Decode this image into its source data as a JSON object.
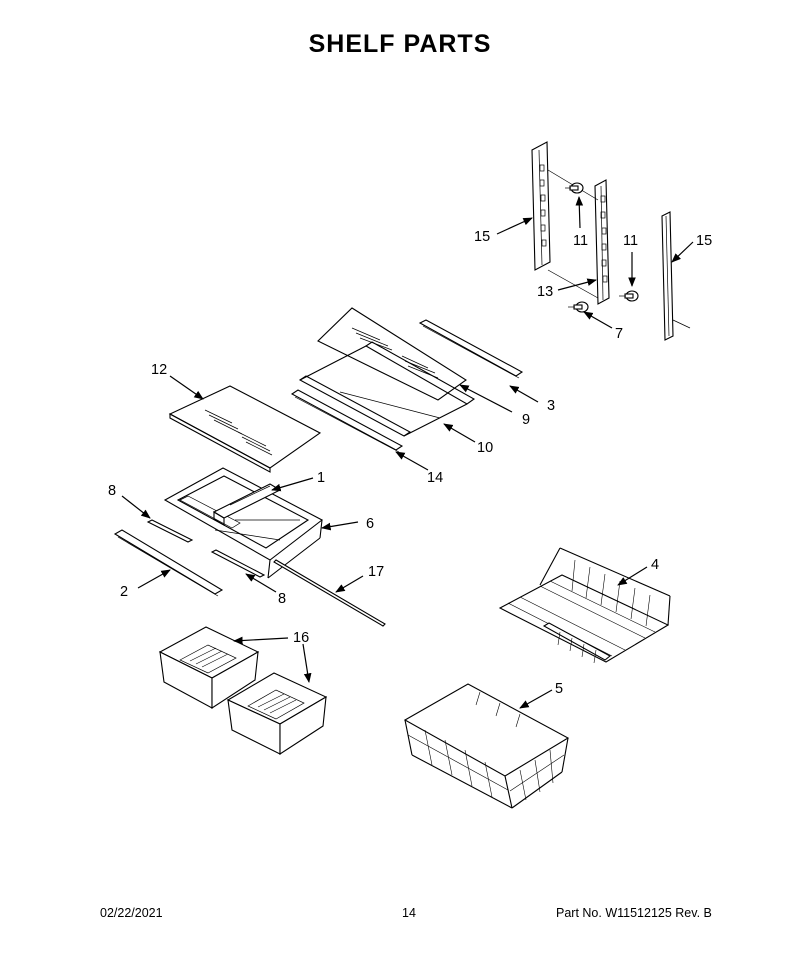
{
  "header": {
    "title": "SHELF  PARTS"
  },
  "callouts": {
    "c1": "1",
    "c2": "2",
    "c3": "3",
    "c4": "4",
    "c5": "5",
    "c6": "6",
    "c7": "7",
    "c8a": "8",
    "c8b": "8",
    "c9": "9",
    "c10": "10",
    "c11a": "11",
    "c11b": "11",
    "c12": "12",
    "c13": "13",
    "c14": "14",
    "c15a": "15",
    "c15b": "15",
    "c16": "16",
    "c17": "17"
  },
  "footer": {
    "date": "02/22/2021",
    "page": "14",
    "part_no": "Part No.  W11512125  Rev.  B"
  }
}
